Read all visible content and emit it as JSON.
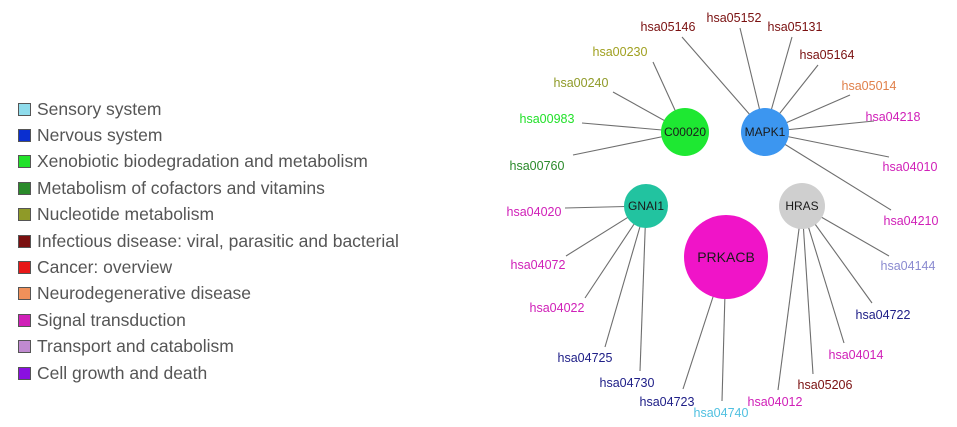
{
  "colors": {
    "sensory": "#8fdcec",
    "nervous": "#0a2fd0",
    "xenobiotic": "#22e12a",
    "cofactors": "#2a8a2a",
    "nucleotide": "#8f9a28",
    "infectious": "#7a1010",
    "cancer": "#e81818",
    "neurodegenerative": "#f0905a",
    "signal": "#d020b8",
    "transport": "#c08ad0",
    "cellgrowth": "#8a10e0",
    "navy": "#202088",
    "lightblue": "#50c0e0",
    "lavender": "#8a8ad0",
    "olive": "#a0a020",
    "orange": "#e0804a"
  },
  "legend": {
    "items": [
      {
        "label": "Sensory system",
        "color": "#8fdcec"
      },
      {
        "label": "Nervous system",
        "color": "#0a2fd0"
      },
      {
        "label": "Xenobiotic biodegradation and metabolism",
        "color": "#22e12a"
      },
      {
        "label": "Metabolism of cofactors and vitamins",
        "color": "#2a8a2a"
      },
      {
        "label": "Nucleotide metabolism",
        "color": "#8f9a28"
      },
      {
        "label": "Infectious disease: viral, parasitic and bacterial",
        "color": "#7a1010"
      },
      {
        "label": "Cancer: overview",
        "color": "#e81818"
      },
      {
        "label": "Neurodegenerative disease",
        "color": "#f0905a"
      },
      {
        "label": "Signal transduction",
        "color": "#d020b8"
      },
      {
        "label": "Transport and catabolism",
        "color": "#c08ad0"
      },
      {
        "label": "Cell growth and death",
        "color": "#8a10e0"
      }
    ]
  },
  "network": {
    "hubs": [
      {
        "id": "C00020",
        "label": "C00020",
        "color": "#1ee832"
      },
      {
        "id": "MAPK1",
        "label": "MAPK1",
        "color": "#3c96f0"
      },
      {
        "id": "GNAI1",
        "label": "GNAI1",
        "color": "#22c3a0"
      },
      {
        "id": "HRAS",
        "label": "HRAS",
        "color": "#cfcfcf"
      },
      {
        "id": "PRKACB",
        "label": "PRKACB",
        "color": "#f014c8"
      }
    ],
    "nodes": [
      {
        "label": "hsa00230",
        "hub": "C00020",
        "color": "#a0a020"
      },
      {
        "label": "hsa00240",
        "hub": "C00020",
        "color": "#8f9a28"
      },
      {
        "label": "hsa00983",
        "hub": "C00020",
        "color": "#22e12a"
      },
      {
        "label": "hsa00760",
        "hub": "C00020",
        "color": "#2a8a2a"
      },
      {
        "label": "hsa05146",
        "hub": "MAPK1",
        "color": "#7a1010"
      },
      {
        "label": "hsa05152",
        "hub": "MAPK1",
        "color": "#7a1010"
      },
      {
        "label": "hsa05131",
        "hub": "MAPK1",
        "color": "#7a1010"
      },
      {
        "label": "hsa05164",
        "hub": "MAPK1",
        "color": "#7a1010"
      },
      {
        "label": "hsa05014",
        "hub": "MAPK1",
        "color": "#e0804a"
      },
      {
        "label": "hsa04218",
        "hub": "MAPK1",
        "color": "#d020b8"
      },
      {
        "label": "hsa04010",
        "hub": "MAPK1",
        "color": "#d020b8"
      },
      {
        "label": "hsa04210",
        "hub": "MAPK1",
        "color": "#d020b8"
      },
      {
        "label": "hsa04020",
        "hub": "GNAI1",
        "color": "#d020b8"
      },
      {
        "label": "hsa04072",
        "hub": "GNAI1",
        "color": "#d020b8"
      },
      {
        "label": "hsa04022",
        "hub": "GNAI1",
        "color": "#d020b8"
      },
      {
        "label": "hsa04725",
        "hub": "GNAI1",
        "color": "#202088"
      },
      {
        "label": "hsa04730",
        "hub": "GNAI1",
        "color": "#202088"
      },
      {
        "label": "hsa04723",
        "hub": "PRKACB",
        "color": "#202088"
      },
      {
        "label": "hsa04740",
        "hub": "PRKACB",
        "color": "#50c0e0"
      },
      {
        "label": "hsa04144",
        "hub": "HRAS",
        "color": "#8a8ad0"
      },
      {
        "label": "hsa04722",
        "hub": "HRAS",
        "color": "#202088"
      },
      {
        "label": "hsa04014",
        "hub": "HRAS",
        "color": "#d020b8"
      },
      {
        "label": "hsa05206",
        "hub": "HRAS",
        "color": "#7a1010"
      },
      {
        "label": "hsa04012",
        "hub": "HRAS",
        "color": "#d020b8"
      }
    ]
  }
}
